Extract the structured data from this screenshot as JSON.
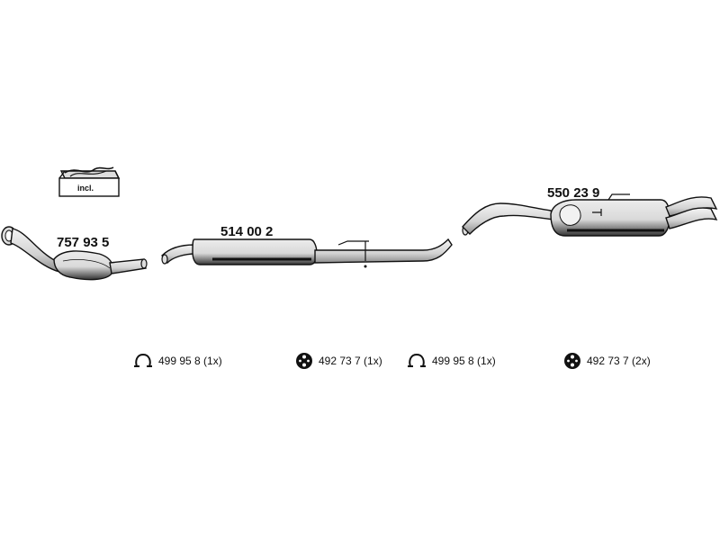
{
  "parts": {
    "catalyst": {
      "number": "757 93 5"
    },
    "front_silencer": {
      "number": "514 00 2"
    },
    "rear_silencer": {
      "number": "550 23 9"
    },
    "kit_box": {
      "label": "incl."
    }
  },
  "accessories": [
    {
      "icon": "clamp-icon",
      "label": "499 95 8 (1x)"
    },
    {
      "icon": "rubber-mount-icon",
      "label": "492 73 7 (1x)"
    },
    {
      "icon": "clamp-icon",
      "label": "499 95 8 (1x)"
    },
    {
      "icon": "rubber-mount-icon",
      "label": "492 73 7 (2x)"
    }
  ],
  "colors": {
    "line": "#111111",
    "fill_light": "#e4e4e4",
    "fill_mid": "#c4c4c4",
    "shadow": "#8a8a8a"
  }
}
